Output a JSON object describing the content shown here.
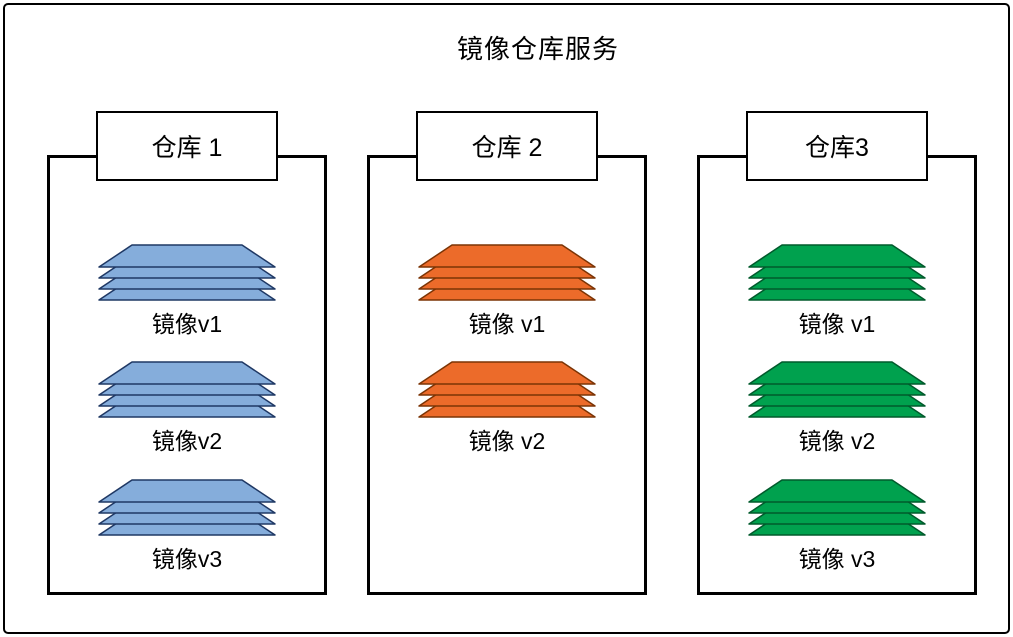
{
  "title": "镜像仓库服务",
  "stack": {
    "layers_per_stack": 4,
    "icon_name": "layer-stack-icon"
  },
  "colors": {
    "blue": {
      "fill": "#85ADDB",
      "stroke": "#1F3864"
    },
    "orange": {
      "fill": "#EC6B2A",
      "stroke": "#7B3405"
    },
    "green": {
      "fill": "#00A14E",
      "stroke": "#015A2C"
    },
    "outline": "#000000",
    "background": "#FFFFFF"
  },
  "repos": [
    {
      "label": "仓库 1",
      "color": "blue",
      "images": [
        {
          "label": "镜像v1"
        },
        {
          "label": "镜像v2"
        },
        {
          "label": "镜像v3"
        }
      ]
    },
    {
      "label": "仓库 2",
      "color": "orange",
      "images": [
        {
          "label": "镜像 v1"
        },
        {
          "label": "镜像 v2"
        }
      ]
    },
    {
      "label": "仓库3",
      "color": "green",
      "images": [
        {
          "label": "镜像 v1"
        },
        {
          "label": "镜像 v2"
        },
        {
          "label": "镜像 v3"
        }
      ]
    }
  ]
}
